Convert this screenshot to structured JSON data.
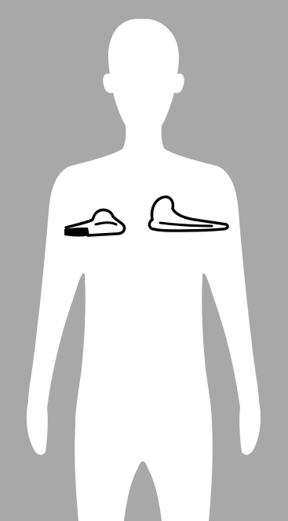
{
  "figure": {
    "subject": "human-body-silhouette-front",
    "marks": [
      "left-chest-sketch",
      "right-chest-sketch"
    ]
  },
  "colors": {
    "background": "#a8a8a8",
    "silhouette": "#ffffff",
    "ink": "#000000"
  }
}
